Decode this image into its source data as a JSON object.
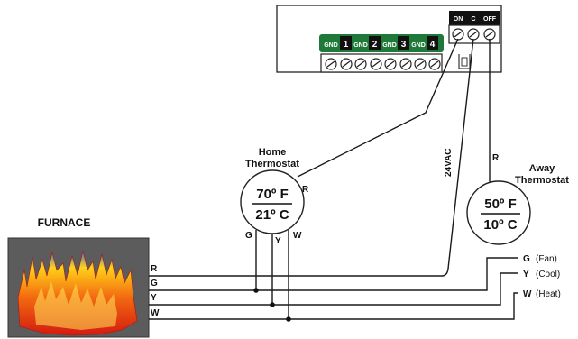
{
  "furnace": {
    "title": "FURNACE"
  },
  "home": {
    "title_line1": "Home",
    "title_line2": "Thermostat",
    "temp_f": "70º F",
    "temp_c": "21º C"
  },
  "away": {
    "title_line1": "Away",
    "title_line2": "Thermostat",
    "temp_f": "50º F",
    "temp_c": "10º C"
  },
  "module": {
    "channels": [
      {
        "gnd": "GND",
        "num": "1"
      },
      {
        "gnd": "GND",
        "num": "2"
      },
      {
        "gnd": "GND",
        "num": "3"
      },
      {
        "gnd": "GND",
        "num": "4"
      }
    ],
    "relay": {
      "on": "ON",
      "c": "C",
      "off": "OFF"
    }
  },
  "terminals": {
    "R": "R",
    "G": "G",
    "Y": "Y",
    "W": "W"
  },
  "wire_labels": {
    "vac": "24VAC",
    "r_home": "R",
    "r_away": "R"
  },
  "away_taps": [
    {
      "letter": "G",
      "desc": "(Fan)"
    },
    {
      "letter": "Y",
      "desc": "(Cool)"
    },
    {
      "letter": "W",
      "desc": "(Heat)"
    }
  ]
}
